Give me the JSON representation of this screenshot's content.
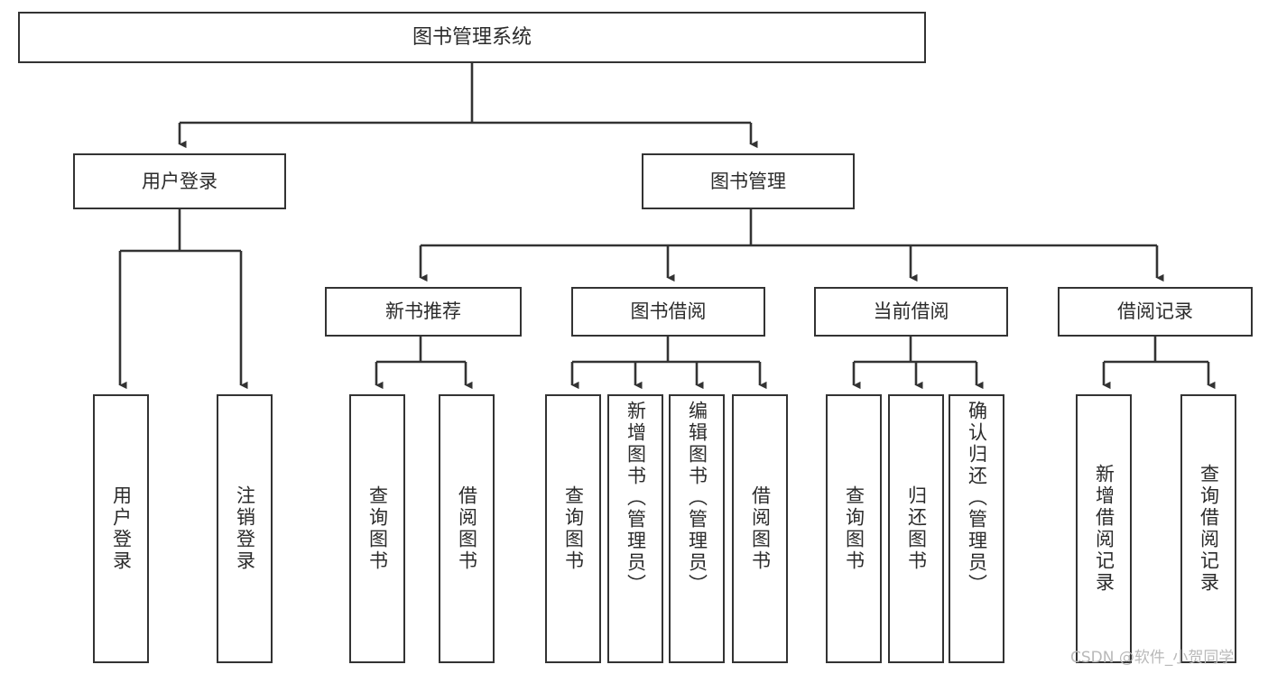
{
  "diagram": {
    "type": "tree",
    "title": "图书管理系统",
    "watermark": "CSDN @软件_小贺同学",
    "colors": {
      "box_border": "#333333",
      "box_fill": "#ffffff",
      "connector": "#333333",
      "text": "#2b2b2b",
      "watermark": "#b9b9b9",
      "background": "#ffffff"
    },
    "levels": {
      "root": "图书管理系统",
      "level1": [
        "用户登录",
        "图书管理"
      ],
      "level2": [
        "新书推荐",
        "图书借阅",
        "当前借阅",
        "借阅记录"
      ]
    },
    "nodes": {
      "root": {
        "label": "图书管理系统"
      },
      "user_login": {
        "label": "用户登录"
      },
      "book_manage": {
        "label": "图书管理"
      },
      "new_book_rec": {
        "label": "新书推荐"
      },
      "book_borrow": {
        "label": "图书借阅"
      },
      "current_borrow": {
        "label": "当前借阅"
      },
      "borrow_record": {
        "label": "借阅记录"
      },
      "leaf_user_login": {
        "label": "用户登录"
      },
      "leaf_user_logout": {
        "label": "注销登录"
      },
      "leaf_rec_query": {
        "label": "查询图书"
      },
      "leaf_rec_borrow": {
        "label": "借阅图书"
      },
      "leaf_borrow_query": {
        "label": "查询图书"
      },
      "leaf_borrow_add": {
        "label": "新增图书（管理员）"
      },
      "leaf_borrow_edit": {
        "label": "编辑图书（管理员）"
      },
      "leaf_borrow_lend": {
        "label": "借阅图书"
      },
      "leaf_cur_query": {
        "label": "查询图书"
      },
      "leaf_cur_return": {
        "label": "归还图书"
      },
      "leaf_cur_confirm": {
        "label": "确认归还（管理员）"
      },
      "leaf_rec_add": {
        "label": "新增借阅记录"
      },
      "leaf_rec_search": {
        "label": "查询借阅记录"
      }
    }
  }
}
